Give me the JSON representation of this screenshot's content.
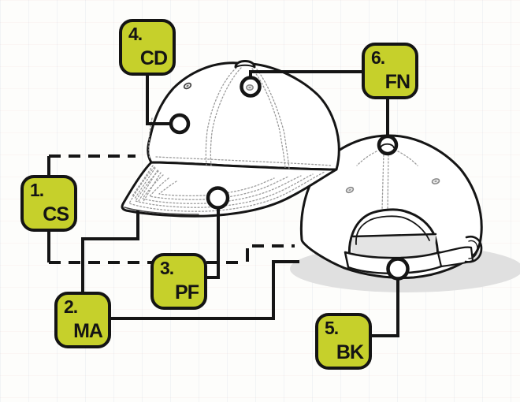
{
  "diagram": {
    "labels": [
      {
        "id": "cs",
        "number": "1.",
        "code": "CS"
      },
      {
        "id": "ma",
        "number": "2.",
        "code": "MA"
      },
      {
        "id": "pf",
        "number": "3.",
        "code": "PF"
      },
      {
        "id": "cd",
        "number": "4.",
        "code": "CD"
      },
      {
        "id": "bk",
        "number": "5.",
        "code": "BK"
      },
      {
        "id": "fn",
        "number": "6.",
        "code": "FN"
      }
    ],
    "colors": {
      "label_bg": "#c6d02b",
      "label_border": "#141414",
      "line": "#151515",
      "stitch": "#9b9b9b",
      "shadow": "#e0e0e0"
    }
  }
}
